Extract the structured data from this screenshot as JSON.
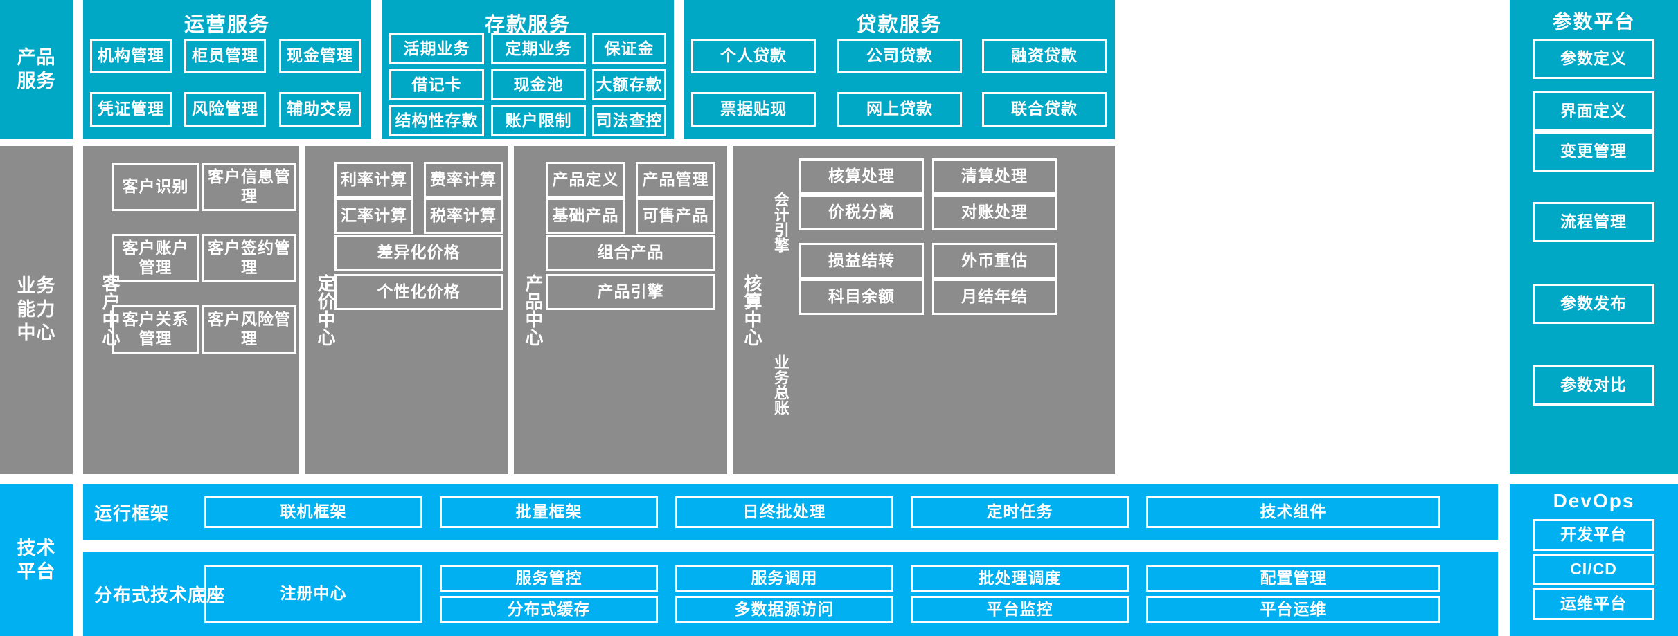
{
  "colors": {
    "band_product_service": "#00a8c6",
    "band_business_capability": "#8c8c8c",
    "band_tech_platform": "#00b0f0",
    "cell_border": "#ffffff",
    "text": "#ffffff"
  },
  "bands": {
    "product_service": {
      "label": "产品\n服务",
      "label_line1": "产品",
      "label_line2": "服务",
      "groups": [
        {
          "title": "运营服务",
          "cells": [
            "机构管理",
            "柜员管理",
            "现金管理",
            "凭证管理",
            "风险管理",
            "辅助交易"
          ]
        },
        {
          "title": "存款服务",
          "cells": [
            "活期业务",
            "定期业务",
            "保证金",
            "借记卡",
            "现金池",
            "大额存款",
            "结构性存款",
            "账户限制",
            "司法查控"
          ]
        },
        {
          "title": "贷款服务",
          "cells": [
            "个人贷款",
            "公司贷款",
            "融资贷款",
            "票据贴现",
            "网上贷款",
            "联合贷款"
          ]
        }
      ]
    },
    "business_capability": {
      "label_line1": "业务",
      "label_line2": "能力",
      "label_line3": "中心",
      "centers": [
        {
          "name": "客户中心",
          "cells_grid": [
            "客户识别",
            "客户信息管理",
            "客户账户管理",
            "客户签约管理",
            "客户关系管理",
            "客户风险管理"
          ]
        },
        {
          "name": "定价中心",
          "cells_grid": [
            "利率计算",
            "费率计算",
            "汇率计算",
            "税率计算"
          ],
          "cells_wide": [
            "差异化价格",
            "个性化价格"
          ]
        },
        {
          "name": "产品中心",
          "cells_grid": [
            "产品定义",
            "产品管理",
            "基础产品",
            "可售产品"
          ],
          "cells_wide": [
            "组合产品",
            "产品引擎"
          ]
        },
        {
          "name": "核算中心",
          "subgroups": [
            {
              "name": "会计引擎",
              "cells": [
                "核算处理",
                "清算处理",
                "价税分离",
                "对账处理"
              ]
            },
            {
              "name": "业务总账",
              "cells": [
                "损益结转",
                "外币重估",
                "科目余额",
                "月结年结"
              ]
            }
          ]
        }
      ]
    },
    "tech_platform": {
      "label_line1": "技术",
      "label_line2": "平台",
      "rows": [
        {
          "label": "运行框架",
          "cells": [
            "联机框架",
            "批量框架",
            "日终批处理",
            "定时任务",
            "技术组件"
          ]
        },
        {
          "label": "分布式技术底座",
          "anchor_cell": "注册中心",
          "cells_top": [
            "服务管控",
            "服务调用",
            "批处理调度",
            "配置管理"
          ],
          "cells_bottom": [
            "分布式缓存",
            "多数据源访问",
            "平台监控",
            "平台运维"
          ]
        }
      ]
    }
  },
  "right_columns": {
    "parameter_platform": {
      "title": "参数平台",
      "cells": [
        "参数定义",
        "界面定义",
        "变更管理",
        "流程管理",
        "参数发布",
        "参数对比"
      ]
    },
    "devops": {
      "title": "DevOps",
      "cells": [
        "开发平台",
        "CI/CD",
        "运维平台"
      ]
    }
  }
}
